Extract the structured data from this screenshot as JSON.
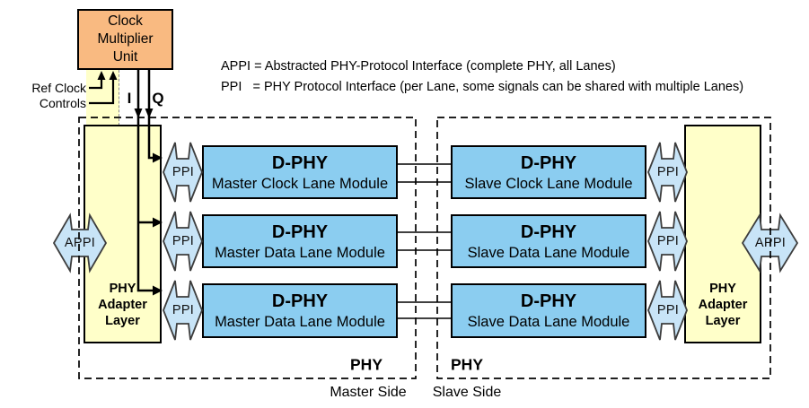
{
  "cmu": {
    "label": "Clock\nMultiplier\nUnit"
  },
  "ref_clock": {
    "label": "Ref Clock\nControls"
  },
  "signals": {
    "i": "I",
    "q": "Q"
  },
  "legend": {
    "line1": "APPI = Abstracted PHY-Protocol Interface (complete PHY, all Lanes)",
    "line2": "PPI   = PHY Protocol Interface (per Lane, some signals can be shared with multiple Lanes)"
  },
  "interfaces": {
    "appi": "APPI",
    "ppi": "PPI"
  },
  "master": {
    "adapter_label": "PHY\nAdapter\nLayer",
    "phy_label": "PHY",
    "side_label": "Master Side",
    "modules": [
      {
        "title": "D-PHY",
        "subtitle": "Master Clock Lane Module"
      },
      {
        "title": "D-PHY",
        "subtitle": "Master Data Lane Module"
      },
      {
        "title": "D-PHY",
        "subtitle": "Master Data Lane Module"
      }
    ]
  },
  "slave": {
    "adapter_label": "PHY\nAdapter\nLayer",
    "phy_label": "PHY",
    "side_label": "Slave Side",
    "modules": [
      {
        "title": "D-PHY",
        "subtitle": "Slave Clock Lane Module"
      },
      {
        "title": "D-PHY",
        "subtitle": "Slave Data Lane Module"
      },
      {
        "title": "D-PHY",
        "subtitle": "Slave Data Lane Module"
      }
    ]
  },
  "colors": {
    "module_blue": "#8BCDF0",
    "interface_arrow_blue": "#C8E4F7",
    "adapter_yellow": "#FFFFC9",
    "cmu_orange": "#F9BA81",
    "line_black": "#000000"
  }
}
